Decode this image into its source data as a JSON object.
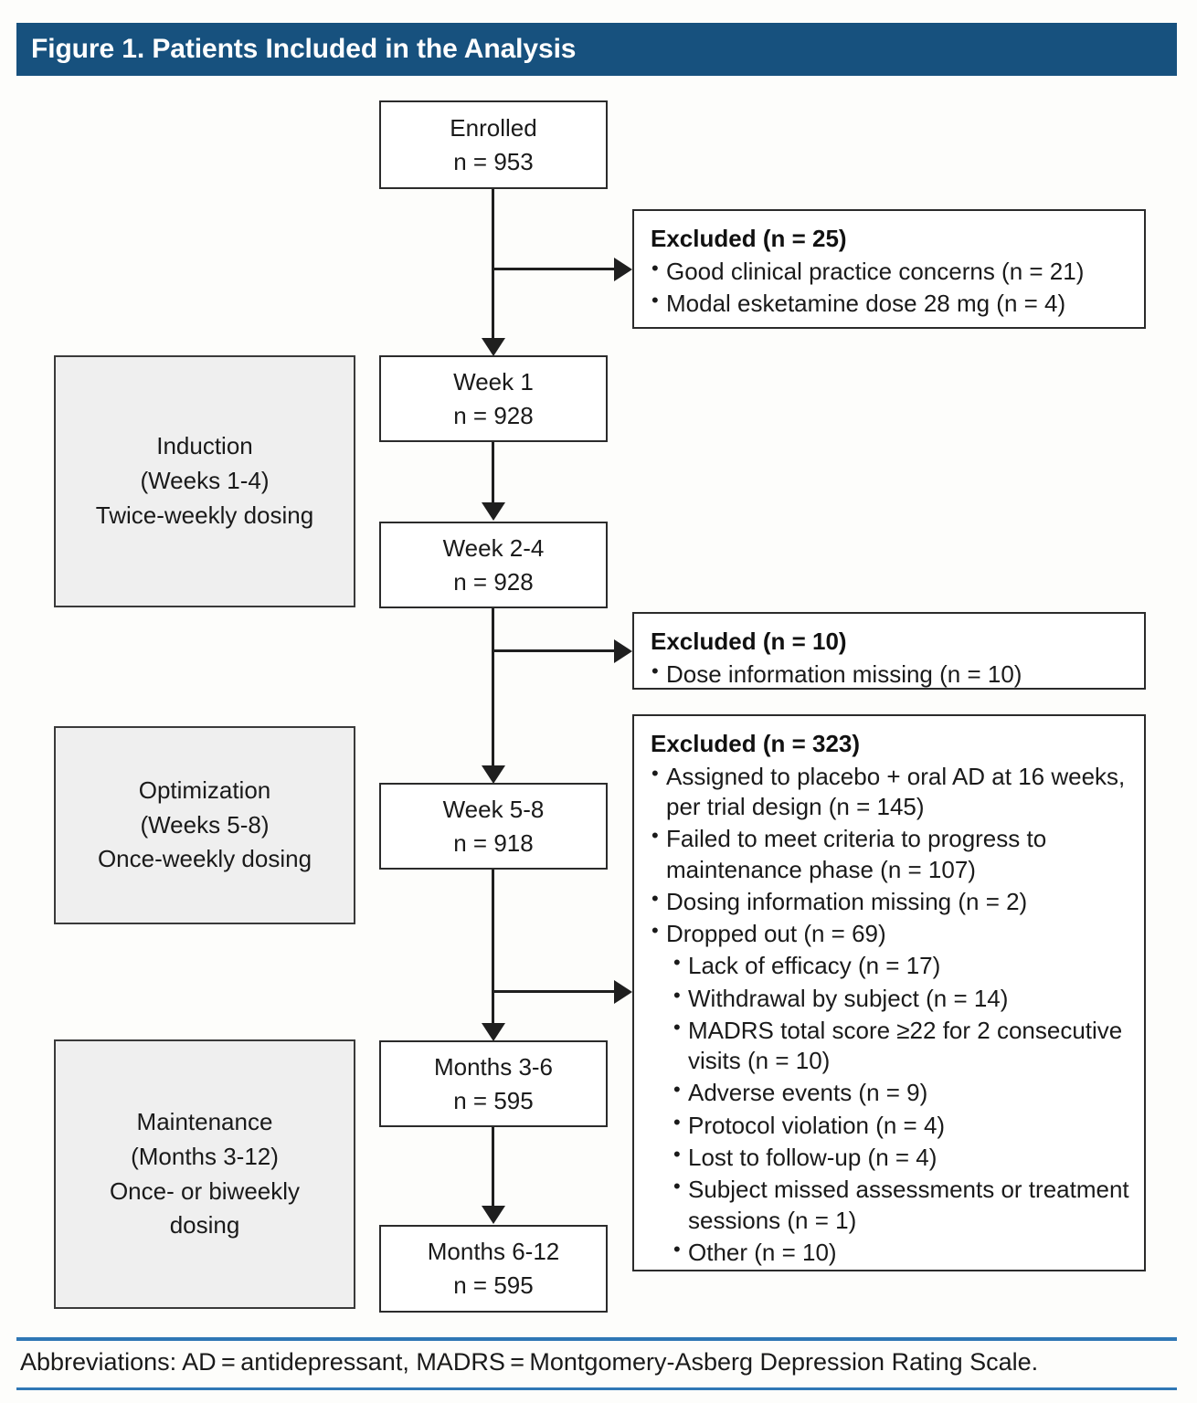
{
  "figure": {
    "title": "Figure 1. Patients Included in the Analysis",
    "banner_color": "#17517e",
    "footer_rule_color": "#2f77b5",
    "footnote": "Abbreviations: AD = antidepressant, MADRS = Montgomery-Asberg Depression Rating Scale."
  },
  "flow_nodes": [
    {
      "id": "enrolled",
      "label": "Enrolled",
      "count": "n = 953"
    },
    {
      "id": "week1",
      "label": "Week 1",
      "count": "n = 928"
    },
    {
      "id": "week2_4",
      "label": "Week 2-4",
      "count": "n = 928"
    },
    {
      "id": "week5_8",
      "label": "Week 5-8",
      "count": "n = 918"
    },
    {
      "id": "months3_6",
      "label": "Months 3-6",
      "count": "n = 595"
    },
    {
      "id": "months6_12",
      "label": "Months 6-12",
      "count": "n = 595"
    }
  ],
  "phases": [
    {
      "id": "induction",
      "line1": "Induction",
      "line2": "(Weeks 1-4)",
      "line3": "Twice-weekly dosing",
      "line4": ""
    },
    {
      "id": "optimization",
      "line1": "Optimization",
      "line2": "(Weeks 5-8)",
      "line3": "Once-weekly dosing",
      "line4": ""
    },
    {
      "id": "maintenance",
      "line1": "Maintenance",
      "line2": "(Months 3-12)",
      "line3": "Once- or biweekly",
      "line4": "dosing"
    }
  ],
  "excluded_boxes": [
    {
      "id": "excluded-25",
      "heading": "Excluded (n = 25)",
      "items": [
        {
          "text": "Good clinical practice concerns (n = 21)",
          "level": 1
        },
        {
          "text": "Modal esketamine dose 28 mg (n = 4)",
          "level": 1
        }
      ]
    },
    {
      "id": "excluded-10",
      "heading": "Excluded (n = 10)",
      "items": [
        {
          "text": "Dose information missing (n = 10)",
          "level": 1
        }
      ]
    },
    {
      "id": "excluded-323",
      "heading": "Excluded (n = 323)",
      "items": [
        {
          "text": "Assigned to placebo + oral AD at 16 weeks, per trial design (n = 145)",
          "level": 1
        },
        {
          "text": "Failed to meet criteria to progress to maintenance phase (n = 107)",
          "level": 1
        },
        {
          "text": "Dosing information missing (n = 2)",
          "level": 1
        },
        {
          "text": "Dropped out (n = 69)",
          "level": 1
        },
        {
          "text": "Lack of efficacy (n = 17)",
          "level": 2
        },
        {
          "text": "Withdrawal by subject (n = 14)",
          "level": 2
        },
        {
          "text": "MADRS total score ≥22 for 2 consecutive visits (n = 10)",
          "level": 2
        },
        {
          "text": "Adverse events (n = 9)",
          "level": 2
        },
        {
          "text": "Protocol violation (n = 4)",
          "level": 2
        },
        {
          "text": "Lost to follow-up (n = 4)",
          "level": 2
        },
        {
          "text": "Subject missed assessments or treatment sessions (n = 1)",
          "level": 2
        },
        {
          "text": "Other (n = 10)",
          "level": 2
        }
      ]
    }
  ]
}
